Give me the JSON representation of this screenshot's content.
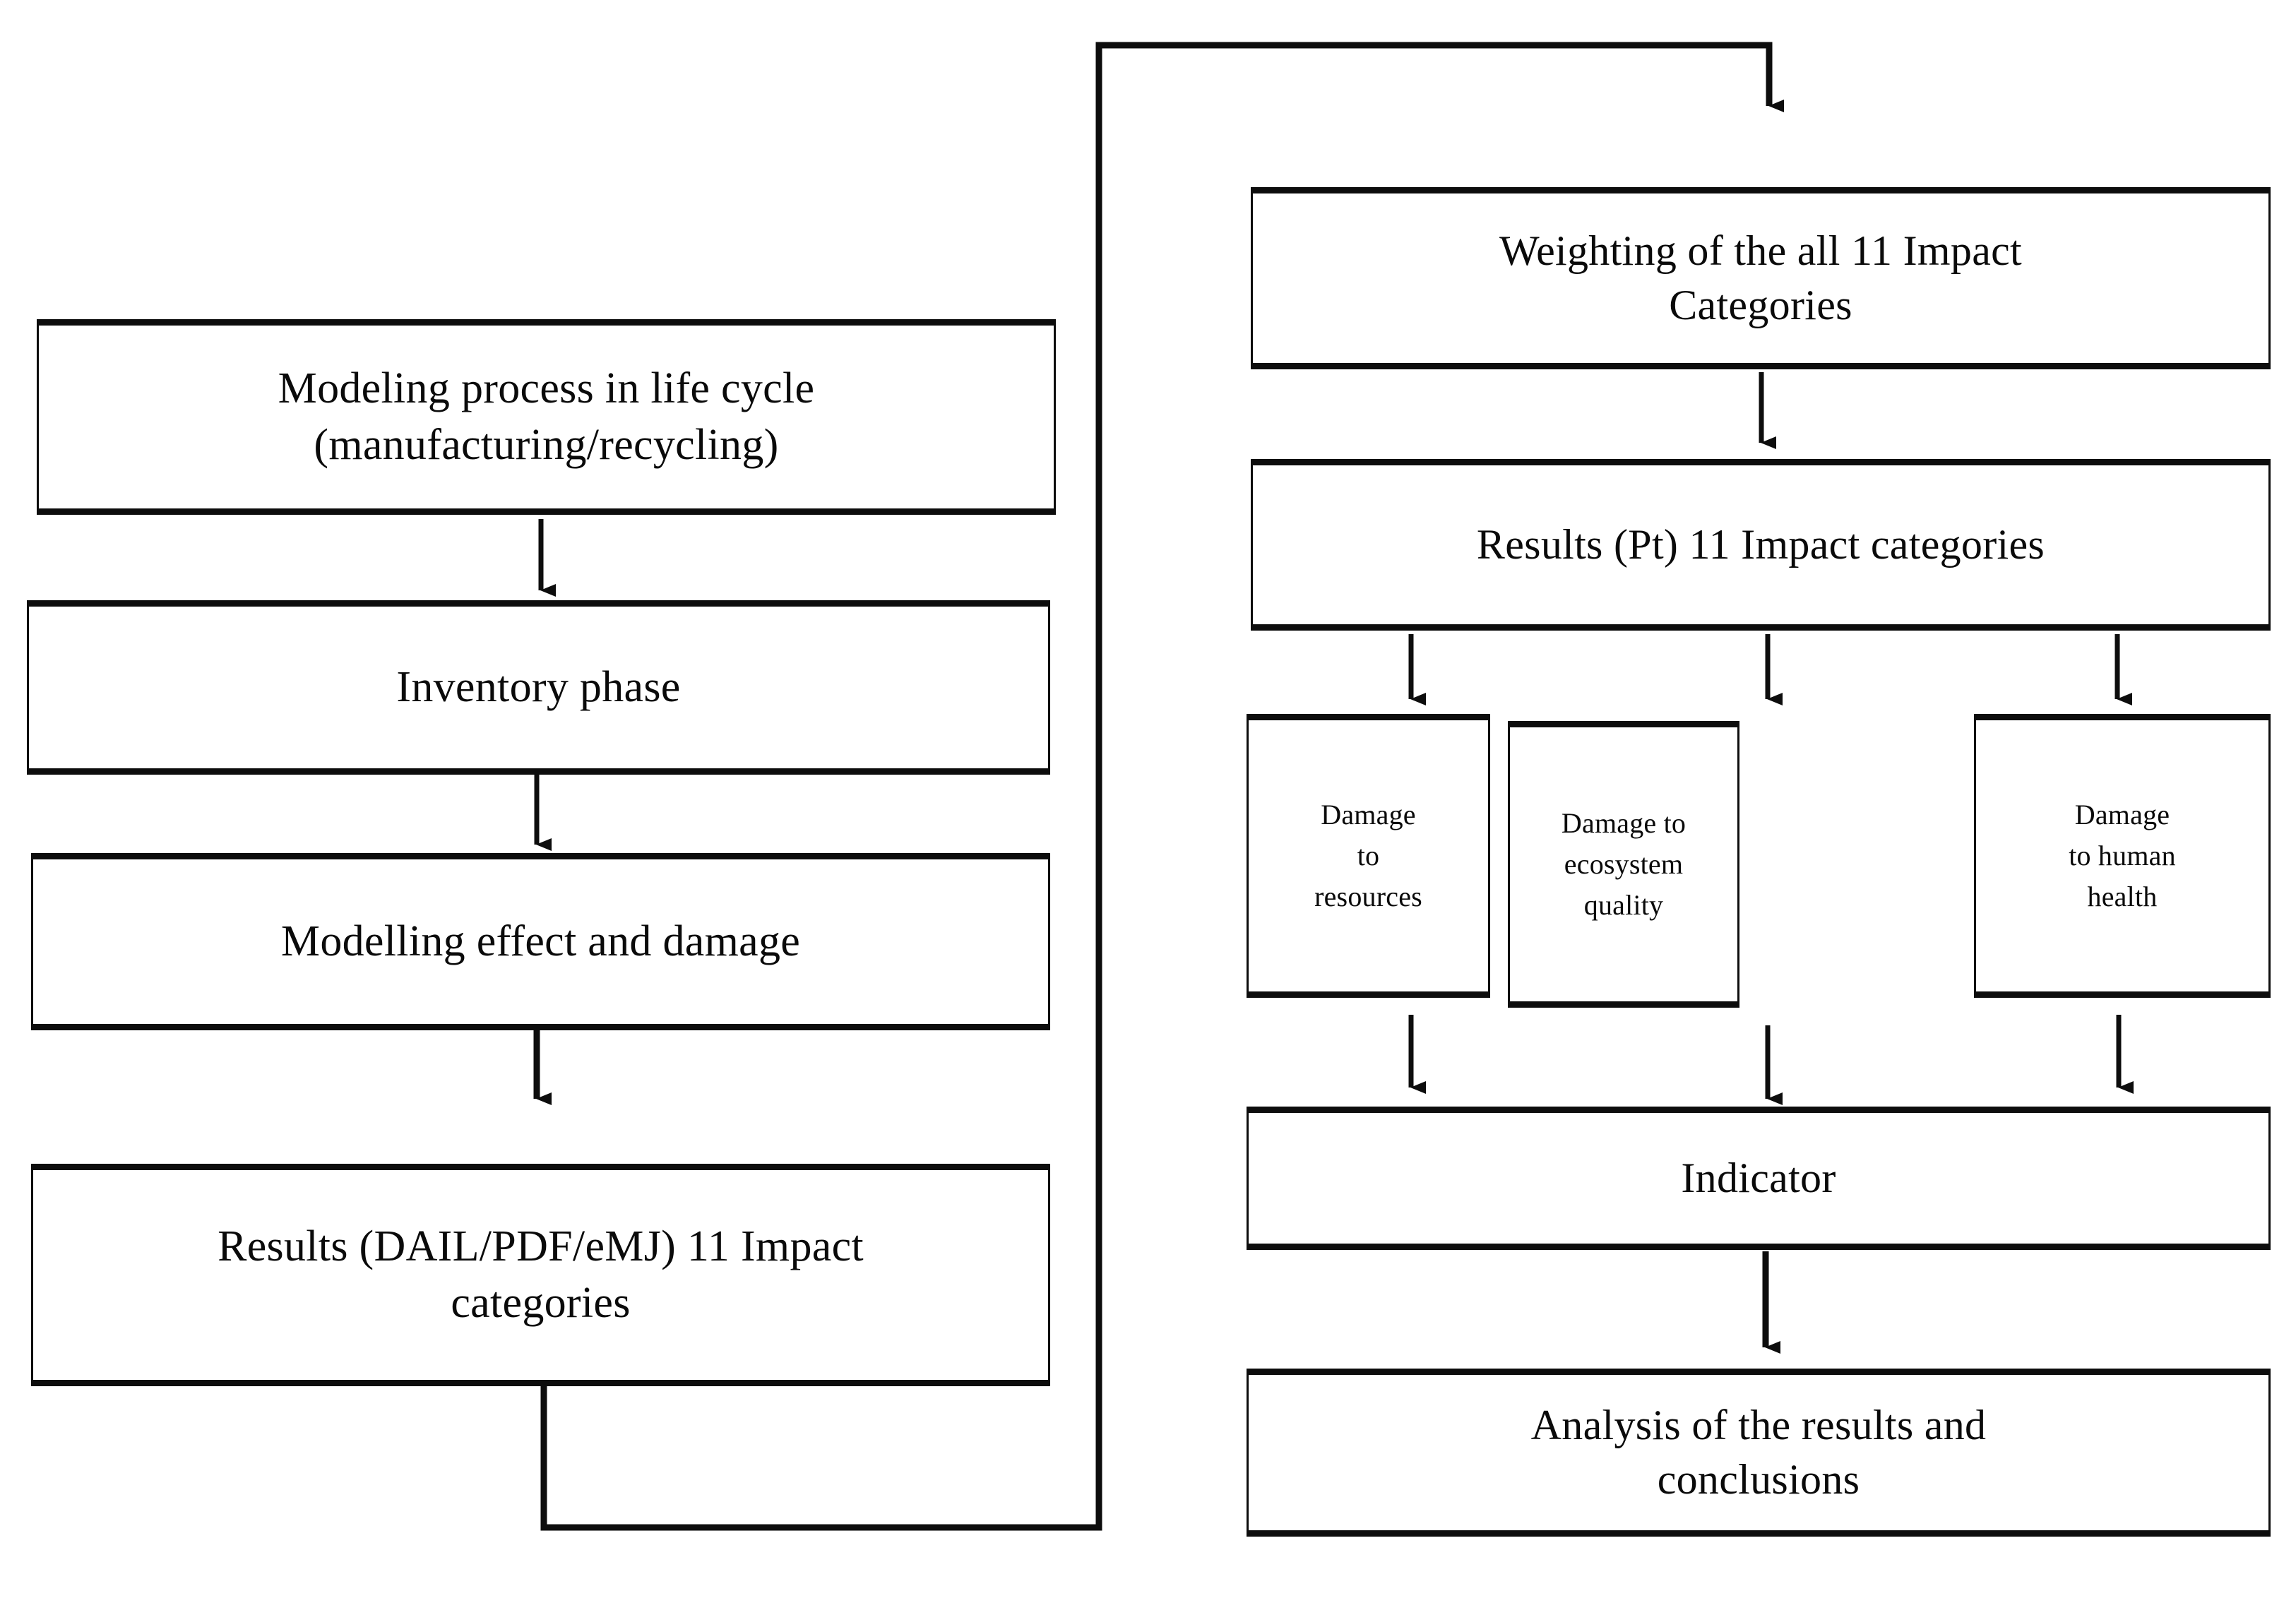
{
  "diagram": {
    "title": "LCA modelling and impact assessment flowchart",
    "background_color": "#ffffff",
    "line_color": "#0d0d0d",
    "text_color": "#0a0a0a"
  },
  "left_column": {
    "nodes": [
      {
        "id": "modeling-process",
        "label": "Modeling process in life cycle\n(manufacturing/recycling)"
      },
      {
        "id": "inventory-phase",
        "label": "Inventory phase"
      },
      {
        "id": "modelling-effect",
        "label": "Modelling effect and damage"
      },
      {
        "id": "results-dail",
        "label": "Results (DAIL/PDF/eMJ)  11 Impact\ncategories"
      }
    ]
  },
  "right_column": {
    "nodes": [
      {
        "id": "weighting",
        "label": "Weighting of the all 11 Impact\nCategories"
      },
      {
        "id": "results-pt",
        "label": "Results (Pt) 11 Impact categories"
      },
      {
        "id": "indicator",
        "label": "Indicator"
      },
      {
        "id": "analysis",
        "label": "Analysis of the results and\nconclusions"
      }
    ],
    "damage_nodes": [
      {
        "id": "damage-resources",
        "label": "Damage\nto\nresources"
      },
      {
        "id": "damage-ecosystem",
        "label": "Damage to\necosystem\nquality"
      },
      {
        "id": "damage-health",
        "label": "Damage\nto human\nhealth"
      }
    ]
  },
  "connectors": [
    {
      "id": "arrow-modeling-to-inventory",
      "type": "arrow-down"
    },
    {
      "id": "arrow-inventory-to-modelling",
      "type": "arrow-down"
    },
    {
      "id": "arrow-modelling-to-results",
      "type": "arrow-down"
    },
    {
      "id": "feedback-loop-results-to-weighting",
      "type": "elbow-arrow"
    },
    {
      "id": "arrow-weighting-to-resultspt",
      "type": "arrow-down"
    },
    {
      "id": "arrow-resultspt-to-resources",
      "type": "arrow-down"
    },
    {
      "id": "arrow-resultspt-to-ecosystem",
      "type": "arrow-down"
    },
    {
      "id": "arrow-resultspt-to-health",
      "type": "arrow-down"
    },
    {
      "id": "arrow-resources-to-indicator",
      "type": "arrow-down"
    },
    {
      "id": "arrow-ecosystem-to-indicator",
      "type": "arrow-down"
    },
    {
      "id": "arrow-health-to-indicator",
      "type": "arrow-down"
    },
    {
      "id": "arrow-indicator-to-analysis",
      "type": "arrow-down"
    }
  ]
}
